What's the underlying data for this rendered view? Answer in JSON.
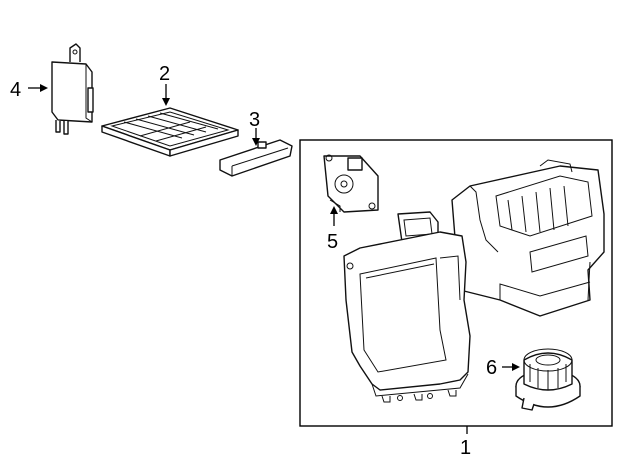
{
  "callouts": {
    "c1": "1",
    "c2": "2",
    "c3": "3",
    "c4": "4",
    "c5": "5",
    "c6": "6"
  },
  "parts": {
    "p1": "hvac-blower-housing-assembly",
    "p2": "cabin-air-filter",
    "p3": "filter-cover",
    "p4": "control-module",
    "p5": "actuator",
    "p6": "blower-motor"
  },
  "colors": {
    "line": "#111111",
    "background": "#ffffff"
  }
}
